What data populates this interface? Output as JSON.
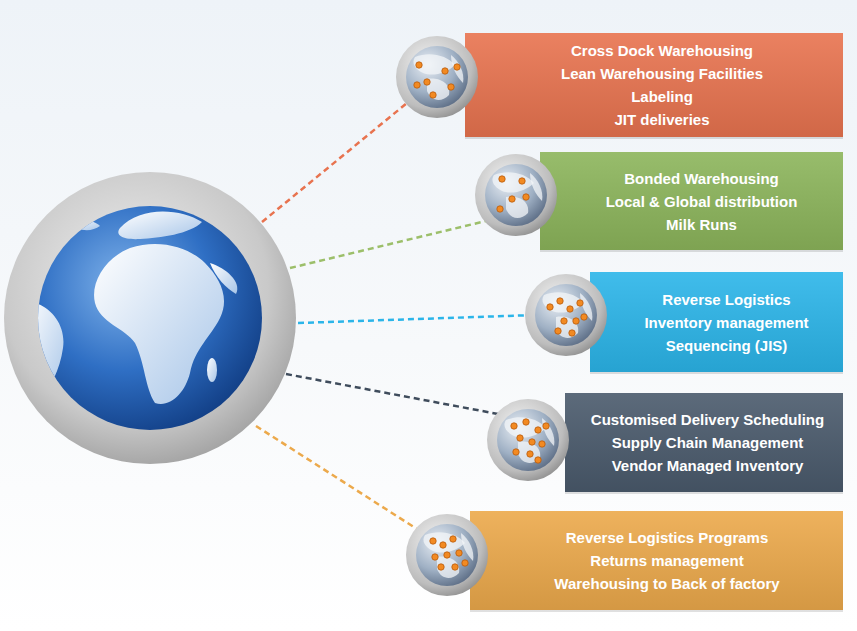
{
  "diagram": {
    "nodes": [
      {
        "text": [
          "Cross Dock Warehousing",
          "Lean Warehousing Facilities",
          "Labeling",
          "JIT deliveries"
        ]
      },
      {
        "text": [
          "Bonded Warehousing",
          "Local & Global distribution",
          "Milk Runs"
        ]
      },
      {
        "text": [
          "Reverse Logistics",
          "Inventory management",
          "Sequencing (JIS)"
        ]
      },
      {
        "text": [
          "Customised Delivery Scheduling",
          "Supply Chain Management",
          "Vendor Managed Inventory"
        ]
      },
      {
        "text": [
          "Reverse Logistics Programs",
          "Returns management",
          "Warehousing to Back of factory"
        ]
      }
    ]
  }
}
